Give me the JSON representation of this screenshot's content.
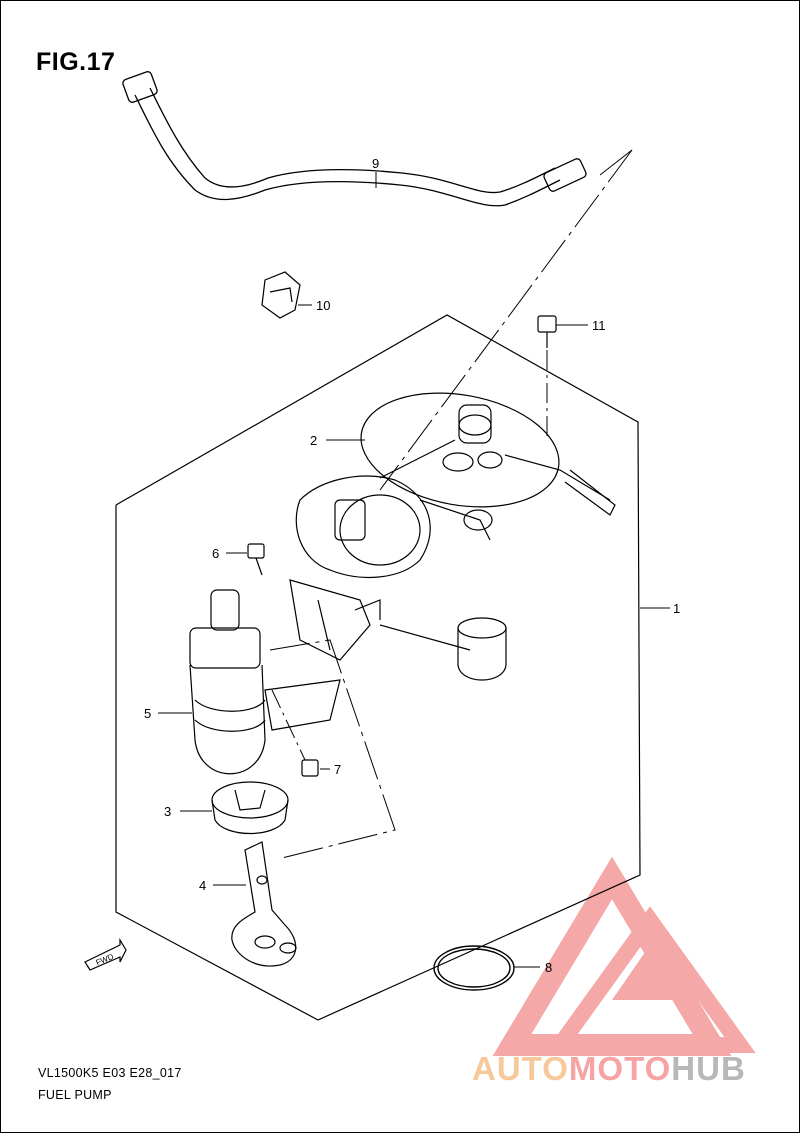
{
  "header": {
    "figure": "FIG.17"
  },
  "footer": {
    "model_code": "VL1500K5 E03 E28_017",
    "title": "FUEL PUMP"
  },
  "callouts": [
    "1",
    "2",
    "3",
    "4",
    "5",
    "6",
    "7",
    "8",
    "9",
    "10",
    "11"
  ],
  "direction_label": "FWD",
  "watermark": {
    "part1": "AUTO",
    "part2": "MOTO",
    "part3": "HUB"
  },
  "colors": {
    "line": "#000000",
    "watermark_red": "#f28b8b",
    "watermark_orange": "#f7c89a",
    "watermark_grey": "#b8b8b8"
  }
}
